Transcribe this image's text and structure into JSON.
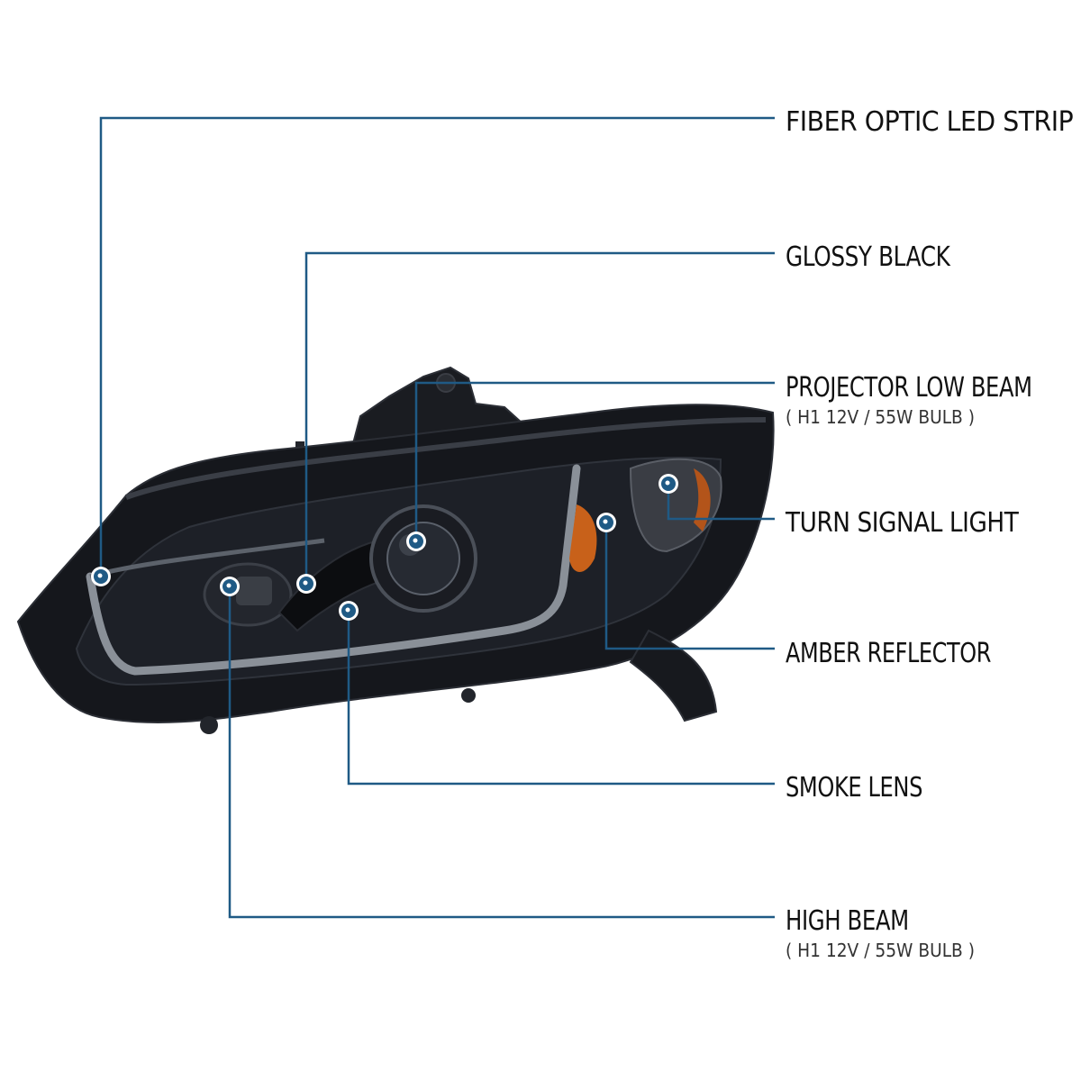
{
  "colors": {
    "leader_line": "#1f5a85",
    "marker_fill": "#1f5a85",
    "marker_ring": "#ffffff",
    "housing_dark": "#15171c",
    "led_strip": "#8a9098",
    "amber": "#c8611a"
  },
  "callouts": [
    {
      "id": "fiber-optic-led-strip",
      "label": "FIBER OPTIC LED STRIP",
      "sub": ""
    },
    {
      "id": "glossy-black",
      "label": "GLOSSY BLACK",
      "sub": ""
    },
    {
      "id": "projector-low-beam",
      "label": "PROJECTOR LOW BEAM",
      "sub": "( H1  12V / 55W  BULB )"
    },
    {
      "id": "turn-signal-light",
      "label": "TURN SIGNAL LIGHT",
      "sub": ""
    },
    {
      "id": "amber-reflector",
      "label": "AMBER REFLECTOR",
      "sub": ""
    },
    {
      "id": "smoke-lens",
      "label": "SMOKE LENS",
      "sub": ""
    },
    {
      "id": "high-beam",
      "label": "HIGH BEAM",
      "sub": "( H1  12V / 55W  BULB )"
    }
  ]
}
